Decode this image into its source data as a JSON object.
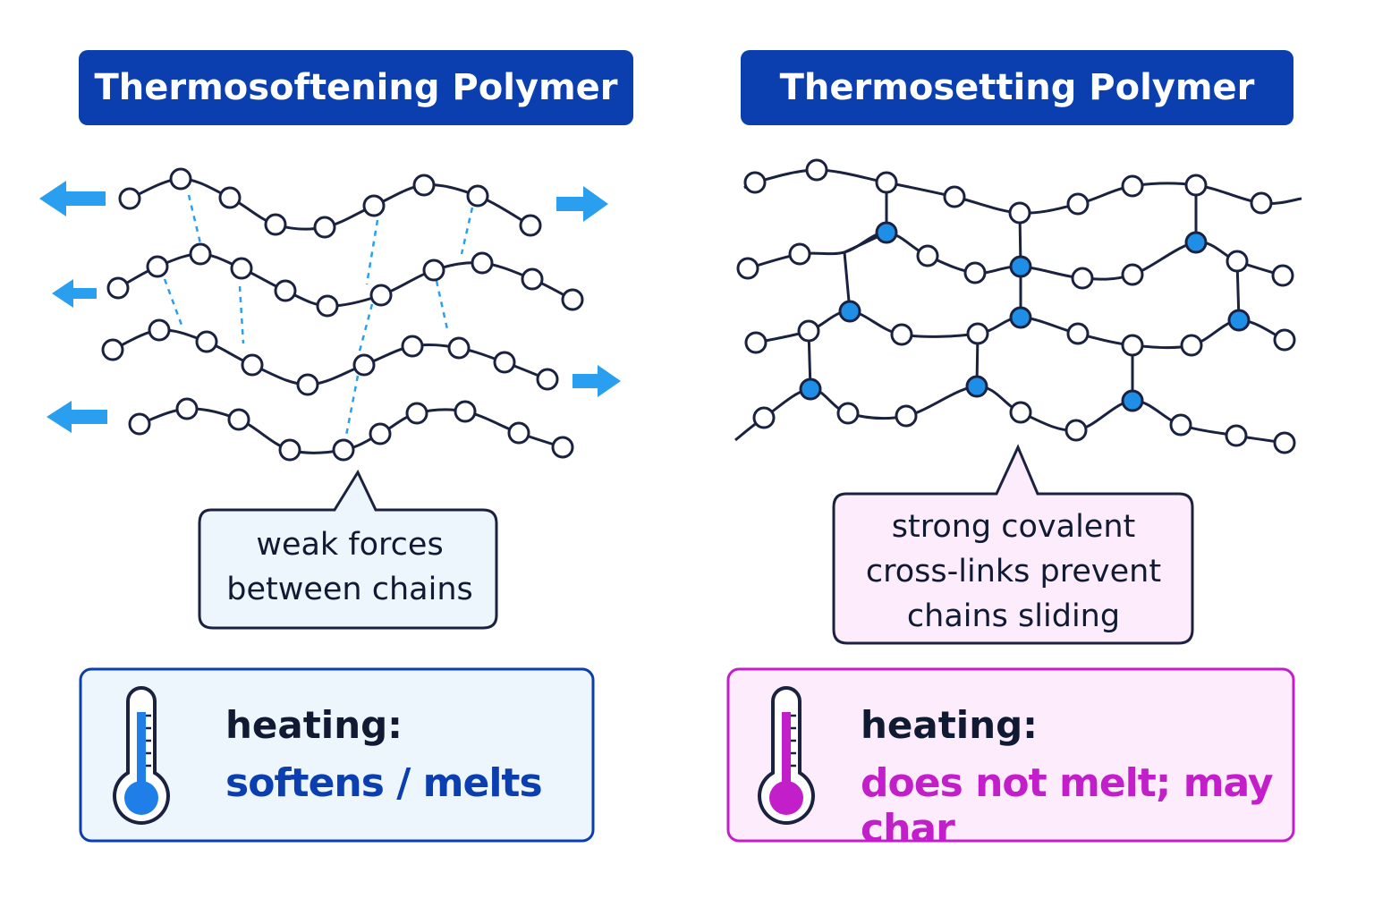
{
  "left_panel": {
    "title": "Thermosoftening Polymer",
    "callout_line1": "weak forces",
    "callout_line2": "between chains",
    "heating_label": "heating:",
    "heating_result": "softens / melts",
    "accent_color": "#1f7ee8",
    "icon": "thermometer-icon"
  },
  "right_panel": {
    "title": "Thermosetting Polymer",
    "callout_line1": "strong covalent",
    "callout_line2": "cross-links prevent",
    "callout_line3": "chains sliding",
    "heating_label": "heating:",
    "heating_result": "does not melt; may char",
    "accent_color": "#c21ec9",
    "icon": "thermometer-icon"
  },
  "colors": {
    "banner": "#0b3fb0",
    "chain": "#1a2240",
    "arrow": "#2a9ff0",
    "crosslink_node": "#1e8ee6",
    "left_box_fill": "#eef6fd",
    "right_box_fill": "#fcecfc"
  }
}
